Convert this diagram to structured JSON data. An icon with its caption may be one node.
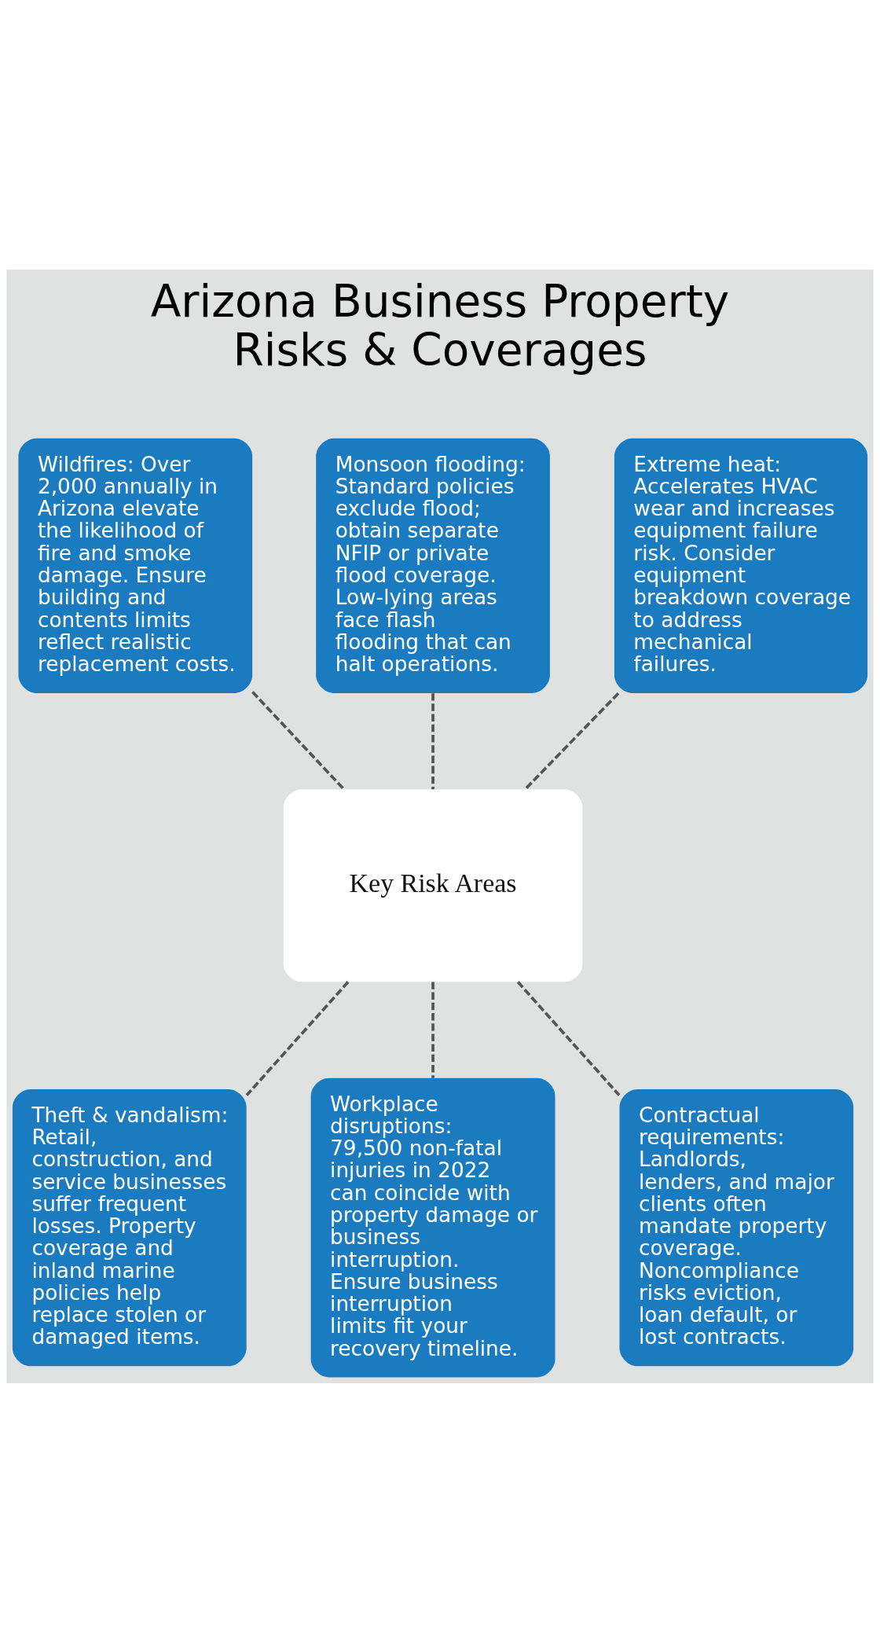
{
  "diagram": {
    "title": "Arizona Business Property Risks & Coverages",
    "nodes": [
      {
        "text": [
          "Wildfires: Over 2,000 annually in Arizona elevate the likelihood of fire and smoke damage. Ensure building and contents limits reflect realistic replacement costs."
        ]
      },
      {
        "text": [
          "Monsoon flooding: Standard policies exclude flood; obtain separate NFIP or private flood coverage. Low-lying areas face flash flooding that can halt operations."
        ]
      },
      {
        "text": [
          "Extreme heat: Accelerates HVAC wear and increases equipment failure risk. Consider equipment breakdown coverage to address mechanical failures."
        ]
      },
      {
        "text": [
          "Key Risk Areas"
        ]
      },
      {
        "text": [
          "Theft & vandalism: Retail, construction, and service businesses suffer frequent losses. Property coverage and inland marine policies help replace stolen or damaged items."
        ]
      },
      {
        "text": [
          "Workplace disruptions: 79,500 non-fatal injuries in 2022 can coincide with property damage or business interruption. Ensure business interruption limits fit your recovery timeline."
        ]
      },
      {
        "text": [
          "Contractual requirements: Landlords, lenders, and major clients often mandate property coverage. Noncompliance risks eviction, loan default, or lost contracts."
        ]
      }
    ],
    "edges": [
      {
        "from": 0,
        "to": 3,
        "arrow": "none",
        "style": "dashed"
      },
      {
        "from": 1,
        "to": 3,
        "arrow": "none",
        "style": "dashed"
      },
      {
        "from": 2,
        "to": 3,
        "arrow": "none",
        "style": "dashed"
      },
      {
        "from": 3,
        "to": 4,
        "arrow": "none",
        "style": "dashed"
      },
      {
        "from": 3,
        "to": 5,
        "arrow": "none",
        "style": "dashed"
      },
      {
        "from": 3,
        "to": 6,
        "arrow": "none",
        "style": "dashed"
      }
    ]
  }
}
